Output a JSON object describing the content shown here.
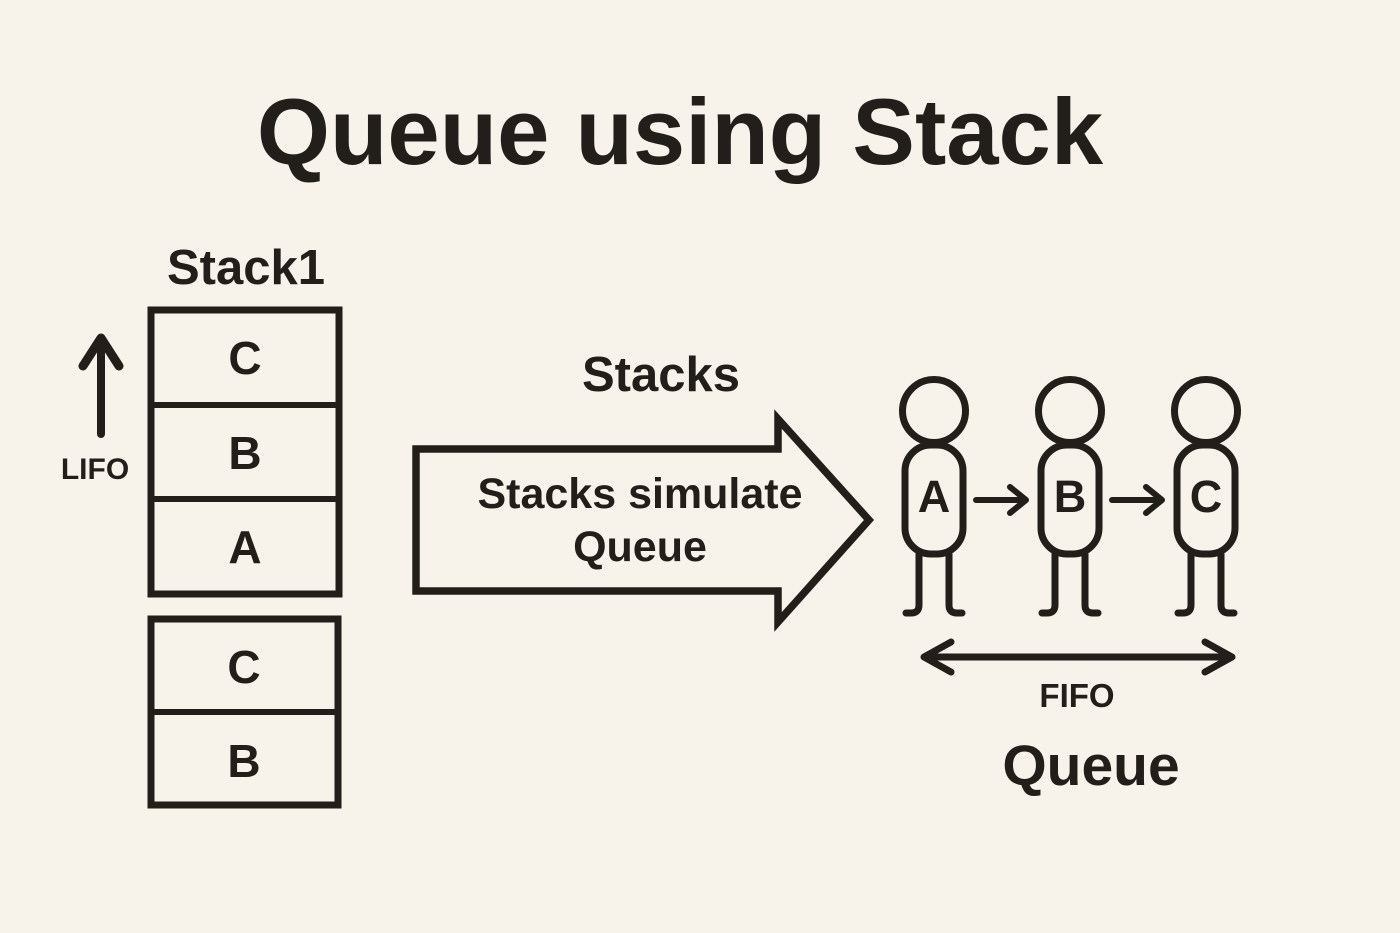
{
  "title": "Queue using Stack",
  "colors": {
    "background": "#f7f3ea",
    "ink": "#221f1b"
  },
  "stack1": {
    "label": "Stack1",
    "cells": [
      "C",
      "B",
      "A"
    ]
  },
  "stack2": {
    "cells": [
      "C",
      "B"
    ]
  },
  "lifo_label": "LIFO",
  "stacks_label": "Stacks",
  "big_arrow": {
    "line1": "Stacks simulate",
    "line2": "Queue"
  },
  "queue": {
    "people": [
      "A",
      "B",
      "C"
    ],
    "fifo_label": "FIFO",
    "label": "Queue"
  }
}
